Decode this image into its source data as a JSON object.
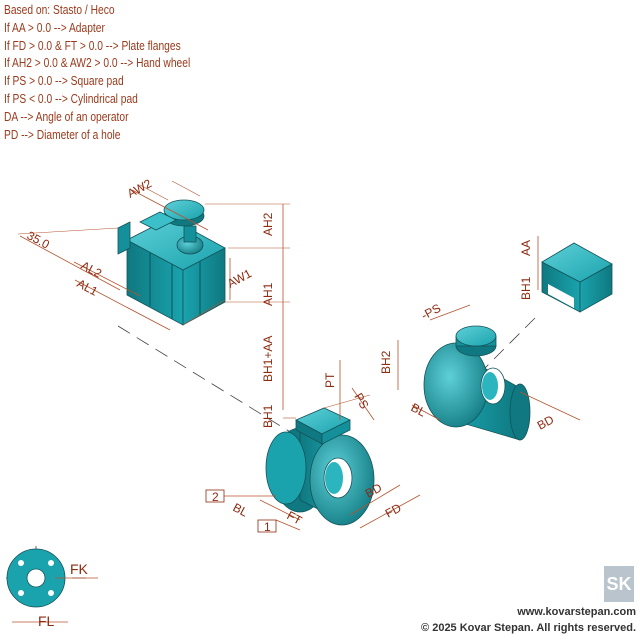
{
  "notes": [
    "Based on: Stasto / Heco",
    "If AA > 0.0 --> Adapter",
    "If FD > 0.0 & FT > 0.0 --> Plate flanges",
    "If AH2 > 0.0 & AW2 > 0.0 --> Hand wheel",
    "If PS > 0.0 --> Square pad",
    "If PS < 0.0 --> Cylindrical pad",
    "DA --> Angle of an operator",
    "PD --> Diameter of a hole"
  ],
  "dimensions": {
    "aw2": "AW2",
    "ah2": "AH2",
    "d350": "35.0",
    "al2": "AL2",
    "al1": "AL1",
    "aw1": "AW1",
    "ah1": "AH1",
    "bh1aa": "BH1+AA",
    "pt": "PT",
    "ps": "PS",
    "bh1_main": "BH1",
    "box2": "2",
    "bl_main": "BL",
    "box1": "1",
    "ft": "FT",
    "bd_main": "BD",
    "fd": "FD",
    "neg_ps": "-PS",
    "bh2": "BH2",
    "bl_cyl": "BL",
    "bd_cyl": "BD",
    "aa": "AA",
    "bh1_adapter": "BH1",
    "fk": "FK",
    "fl": "FL"
  },
  "colors": {
    "part": "#1aa3ad",
    "part_dark": "#0f7880",
    "part_light": "#5fd0d8",
    "dimension": "#b5532f",
    "text": "#9a3a1c"
  },
  "footer": {
    "url": "www.kovarstepan.com",
    "copyright": "© 2025 Kovar Stepan. All rights reserved."
  },
  "logo": {
    "icon": "sk-logo-icon",
    "text": "SK"
  }
}
